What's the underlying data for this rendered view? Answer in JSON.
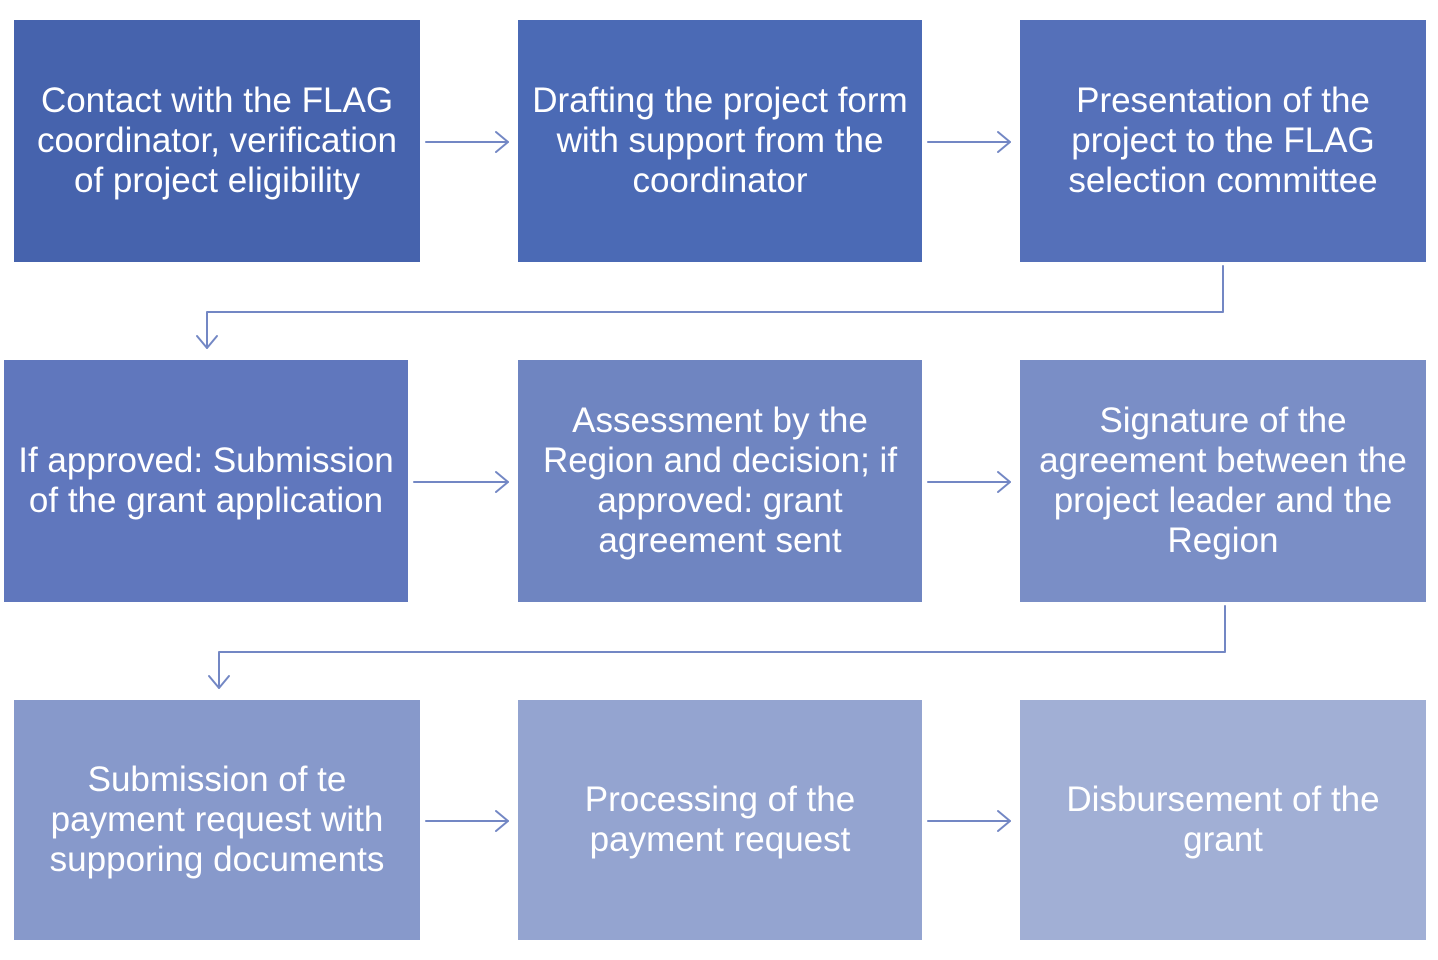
{
  "steps": [
    {
      "id": 1,
      "label": "Contact with the FLAG coordinator, verification of project eligibility"
    },
    {
      "id": 2,
      "label": "Drafting the project form with support from the coordinator"
    },
    {
      "id": 3,
      "label": "Presentation of the project to the FLAG selection committee"
    },
    {
      "id": 4,
      "label": "If approved: Submission of the grant application"
    },
    {
      "id": 5,
      "label": "Assessment by the Region and decision; if approved: grant agreement sent"
    },
    {
      "id": 6,
      "label": "Signature of the agreement between the project leader and the Region"
    },
    {
      "id": 7,
      "label": "Submission of te payment request with supporing documents"
    },
    {
      "id": 8,
      "label": "Processing of the payment request"
    },
    {
      "id": 9,
      "label": "Disbursement of the grant"
    }
  ],
  "connections": [
    {
      "from": 1,
      "to": 2
    },
    {
      "from": 2,
      "to": 3
    },
    {
      "from": 3,
      "to": 4
    },
    {
      "from": 4,
      "to": 5
    },
    {
      "from": 5,
      "to": 6
    },
    {
      "from": 6,
      "to": 7
    },
    {
      "from": 7,
      "to": 8
    },
    {
      "from": 8,
      "to": 9
    }
  ],
  "colors": {
    "connector": "#7387c4",
    "text": "#ffffff"
  }
}
